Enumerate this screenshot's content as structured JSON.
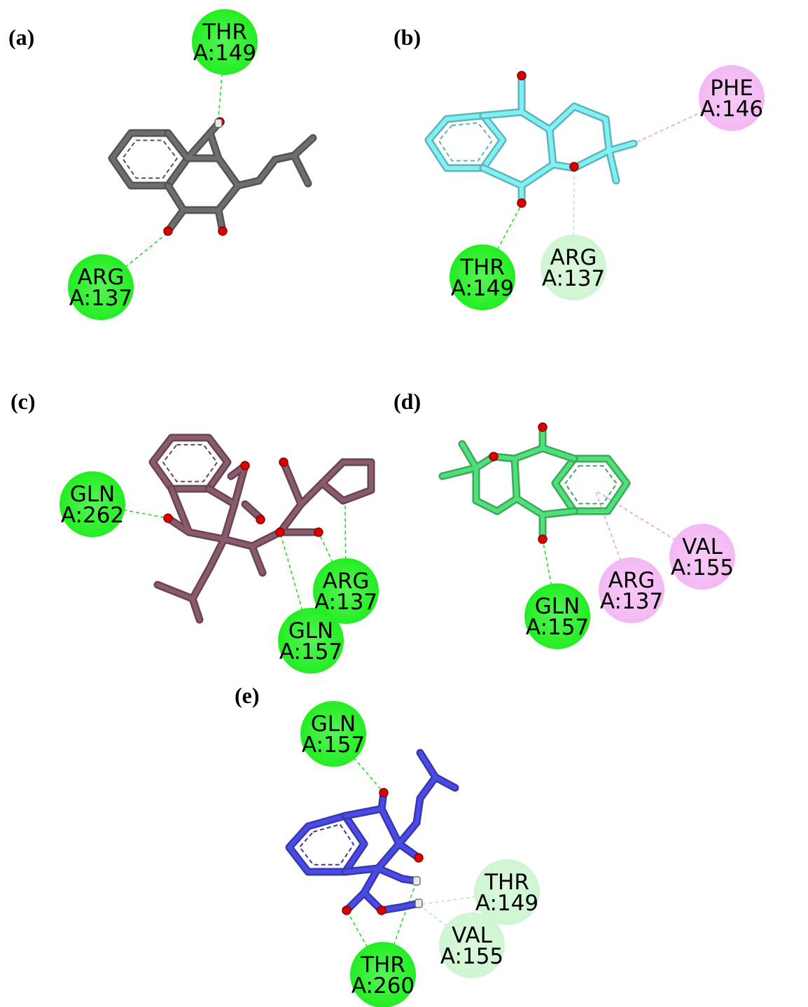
{
  "colors": {
    "conventional_hbond": "#22ee22",
    "carbon_hbond": "#cff5d2",
    "pi_alkyl": "#f4b8f4",
    "oxygen": "#dd0000",
    "hydrogen": "#e8e8e8",
    "ligand_a": "#6e6e6e",
    "ligand_b": "#7ff0f4",
    "ligand_c": "#8a5a6e",
    "ligand_d": "#4fe07a",
    "ligand_e": "#4a4ae6"
  },
  "panels": [
    {
      "label": "(a)",
      "ligand_color": "ligand_a",
      "residues": [
        {
          "line1": "THR",
          "line2": "A:149",
          "kind": "conventional_hbond"
        },
        {
          "line1": "ARG",
          "line2": "A:137",
          "kind": "conventional_hbond"
        }
      ]
    },
    {
      "label": "(b)",
      "ligand_color": "ligand_b",
      "residues": [
        {
          "line1": "PHE",
          "line2": "A:146",
          "kind": "pi_alkyl"
        },
        {
          "line1": "THR",
          "line2": "A:149",
          "kind": "conventional_hbond"
        },
        {
          "line1": "ARG",
          "line2": "A:137",
          "kind": "carbon_hbond"
        }
      ]
    },
    {
      "label": "(c)",
      "ligand_color": "ligand_c",
      "residues": [
        {
          "line1": "GLN",
          "line2": "A:262",
          "kind": "conventional_hbond"
        },
        {
          "line1": "ARG",
          "line2": "A:137",
          "kind": "conventional_hbond"
        },
        {
          "line1": "GLN",
          "line2": "A:157",
          "kind": "conventional_hbond"
        }
      ]
    },
    {
      "label": "(d)",
      "ligand_color": "ligand_d",
      "residues": [
        {
          "line1": "GLN",
          "line2": "A:157",
          "kind": "conventional_hbond"
        },
        {
          "line1": "ARG",
          "line2": "A:137",
          "kind": "pi_alkyl"
        },
        {
          "line1": "VAL",
          "line2": "A:155",
          "kind": "pi_alkyl"
        }
      ]
    },
    {
      "label": "(e)",
      "ligand_color": "ligand_e",
      "residues": [
        {
          "line1": "GLN",
          "line2": "A:157",
          "kind": "conventional_hbond"
        },
        {
          "line1": "THR",
          "line2": "A:149",
          "kind": "carbon_hbond"
        },
        {
          "line1": "VAL",
          "line2": "A:155",
          "kind": "carbon_hbond"
        },
        {
          "line1": "THR",
          "line2": "A:260",
          "kind": "conventional_hbond"
        }
      ]
    }
  ]
}
